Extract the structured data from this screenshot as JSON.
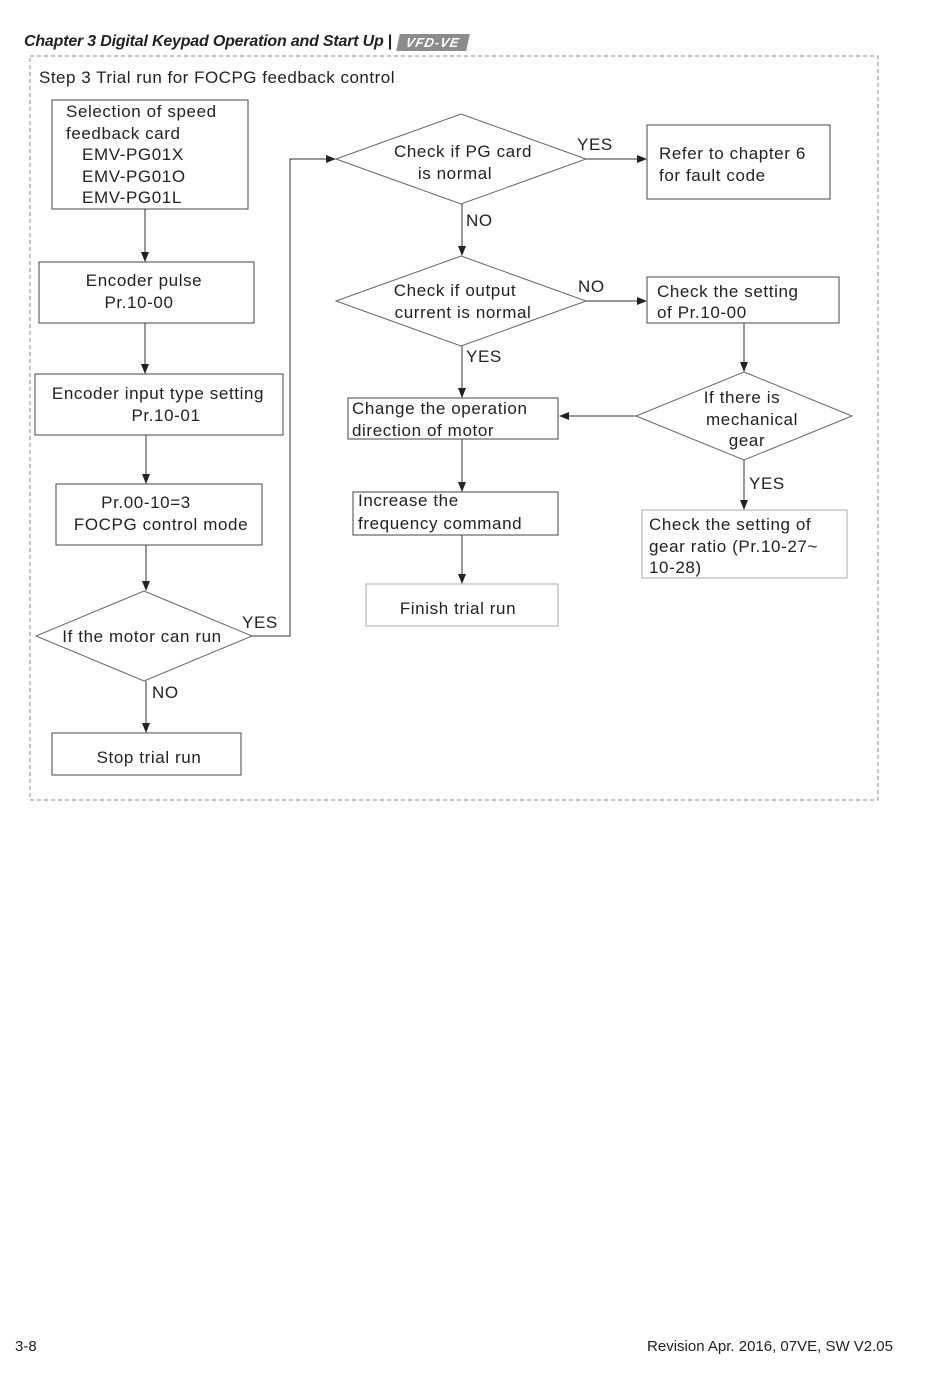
{
  "header": {
    "title": "Chapter 3 Digital Keypad Operation and Start Up",
    "separator": "|",
    "logo_text": "VFD-VE"
  },
  "flowchart": {
    "step_title": "Step 3 Trial run for FOCPG feedback control",
    "nodes": {
      "speed_card": [
        "Selection of speed",
        "feedback card",
        "EMV-PG01X",
        "EMV-PG01O",
        "EMV-PG01L"
      ],
      "encoder_pulse": [
        "Encoder pulse",
        "Pr.10-00"
      ],
      "encoder_input": [
        "Encoder input type setting",
        "Pr.10-01"
      ],
      "control_mode": [
        "Pr.00-10=3",
        "FOCPG control mode"
      ],
      "motor_can_run": [
        "If the motor can run"
      ],
      "stop_trial": [
        "Stop trial run"
      ],
      "check_pg_card": [
        "Check if PG card",
        "is normal"
      ],
      "refer_chapter6": [
        "Refer to chapter 6",
        "for fault code"
      ],
      "check_output_current": [
        "Check if output",
        "current is normal"
      ],
      "check_pr1000": [
        "Check the setting",
        "of Pr.10-00"
      ],
      "mechanical_gear": [
        "If there is",
        "mechanical",
        "gear"
      ],
      "change_direction": [
        "Change the operation",
        "direction of motor"
      ],
      "increase_frequency": [
        "Increase the",
        "frequency command"
      ],
      "finish_trial": [
        "Finish trial run"
      ],
      "check_gear_ratio": [
        "Check the setting of",
        "gear ratio (Pr.10-27~",
        "10-28)"
      ]
    },
    "edge_labels": {
      "motor_yes": "YES",
      "motor_no": "NO",
      "pg_yes": "YES",
      "pg_no": "NO",
      "current_no": "NO",
      "current_yes": "YES",
      "gear_yes": "YES"
    }
  },
  "footer": {
    "page_number": "3-8",
    "revision": "Revision Apr. 2016, 07VE, SW V2.05"
  },
  "colors": {
    "line": "#333333",
    "box_border": "#444444",
    "dashed_border": "#888888",
    "logo_bg": "#8c8c8c"
  }
}
